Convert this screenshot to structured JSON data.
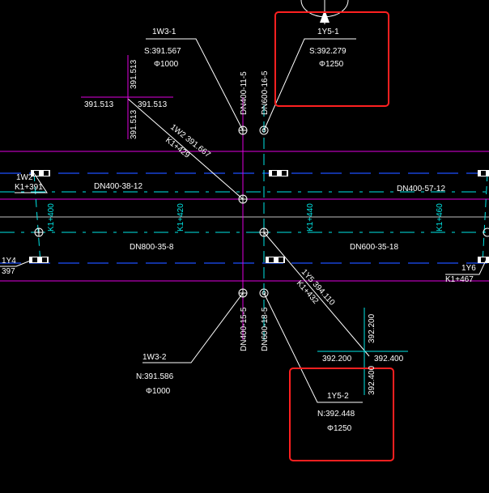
{
  "labels": {
    "w3_1": {
      "id": "1W3-1",
      "elev": "S:391.567",
      "dia": "Φ1000"
    },
    "y5_1": {
      "id": "1Y5-1",
      "elev": "S:392.279",
      "dia": "Φ1250"
    },
    "w3_2": {
      "id": "1W3-2",
      "elev": "N:391.586",
      "dia": "Φ1000"
    },
    "y5_2": {
      "id": "1Y5-2",
      "elev": "N:392.448",
      "dia": "Φ1250"
    },
    "w2_chain": "1W2",
    "w2_station": "K1+391",
    "y4_chain": "1Y4",
    "y4_station": "397",
    "y6_chain": "1Y6",
    "y6_station": "K1+467",
    "w2_diag": "1W2  391.667",
    "w2_diag_station": "K1+429",
    "y5_diag": "1Y5  394.110",
    "y5_diag_station": "K1+432",
    "pipe_dn400_38_12": "DN400-38-12",
    "pipe_dn400_57_12": "DN400-57-12",
    "pipe_dn800_35_8": "DN800-35-8",
    "pipe_dn600_35_18": "DN600-35-18",
    "pipe_dn400_11_5": "DN400-11-5",
    "pipe_dn600_16_5": "DN600-16-5",
    "pipe_dn400_15_5": "DN400-15-5",
    "pipe_dn600_18_5": "DN600-18-5",
    "st_k1_400": "K1+400",
    "st_k1_420": "K1+420",
    "st_k1_440": "K1+440",
    "st_k1_460": "K1+460",
    "grid_tl": {
      "left": "391.513",
      "right": "391.513",
      "top": "391.513",
      "bottom": "391.513"
    },
    "grid_br": {
      "left": "392.200",
      "right": "392.400",
      "top": "392.200",
      "bottom": "392.400"
    }
  },
  "colors": {
    "white": "#ffffff",
    "cyan": "#00e6e6",
    "magenta": "#e000e0",
    "blue": "#1e4fff",
    "highlight": "#ff2020"
  }
}
